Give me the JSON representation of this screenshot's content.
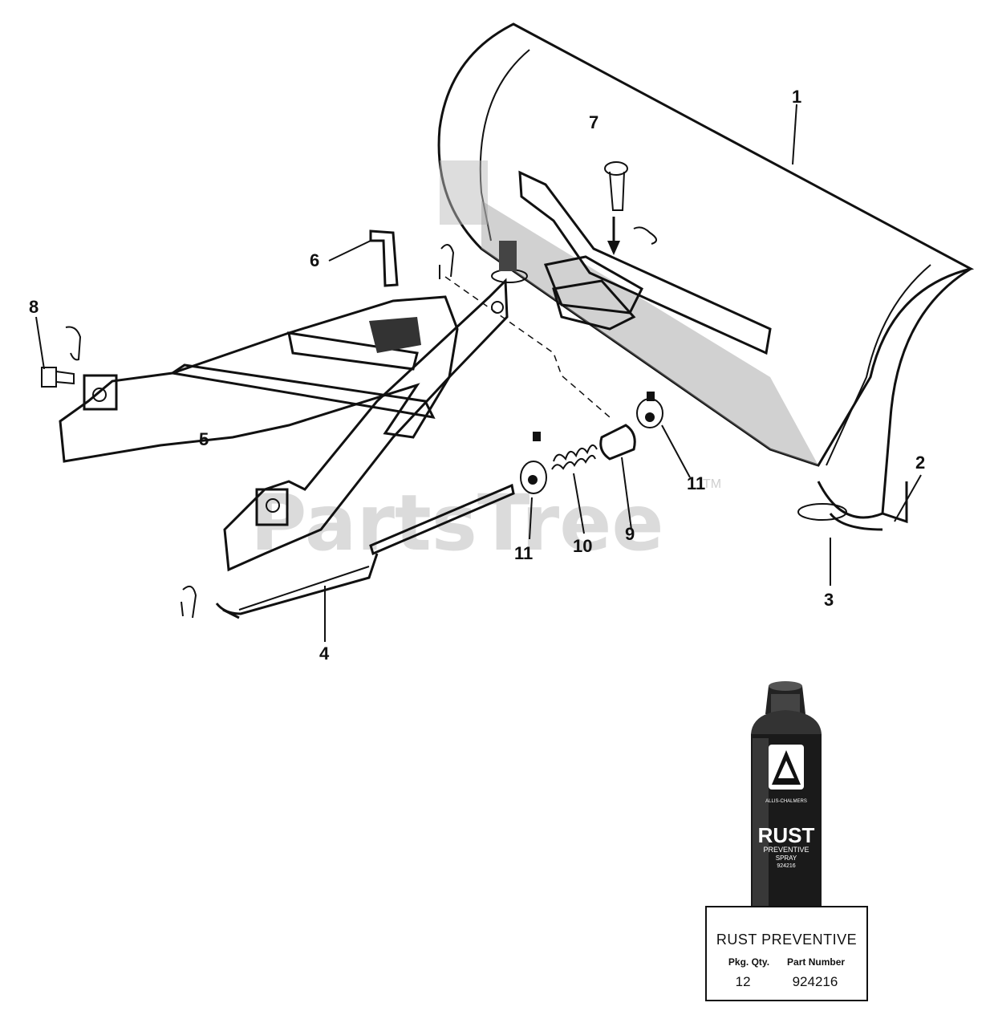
{
  "watermark": {
    "brand": "PartsTree",
    "tm": "TM"
  },
  "callouts": [
    "1",
    "2",
    "3",
    "4",
    "5",
    "6",
    "7",
    "8",
    "9",
    "10",
    "11",
    "11"
  ],
  "product_can": {
    "brand_text": "ALLIS-CHALMERS",
    "title": "RUST",
    "subtitle": "PREVENTIVE",
    "subtitle2": "SPRAY",
    "code": "924216"
  },
  "info_box": {
    "title": "RUST PREVENTIVE",
    "headers": [
      "Pkg. Qty.",
      "Part Number"
    ],
    "values": [
      "12",
      "924216"
    ]
  }
}
